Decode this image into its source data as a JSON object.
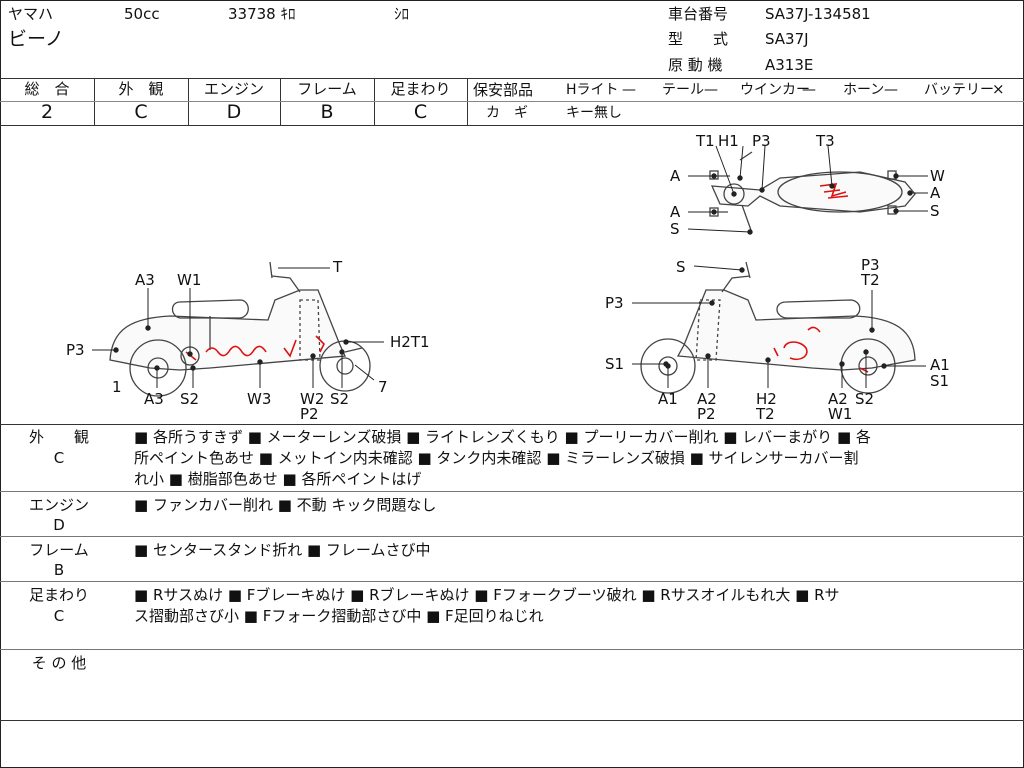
{
  "header": {
    "maker": "ヤマハ",
    "displacement": "50cc",
    "mileage": "33738 ｷﾛ",
    "color": "ｼﾛ",
    "model_name": "ビーノ",
    "frame_no_label": "車台番号",
    "frame_no": "SA37J-134581",
    "type_label": "型　　式",
    "type": "SA37J",
    "engine_label": "原 動 機",
    "engine": "A313E"
  },
  "grades": {
    "overall_label": "総　合",
    "overall": "2",
    "exterior_label": "外　観",
    "exterior": "C",
    "engine_label": "エンジン",
    "engine": "D",
    "frame_label": "フレーム",
    "frame": "B",
    "suspension_label": "足まわり",
    "suspension": "C"
  },
  "parts": {
    "label": "保安部品",
    "items": [
      {
        "name": "Hライト",
        "status": "—"
      },
      {
        "name": "テール",
        "status": "—"
      },
      {
        "name": "ウインカー",
        "status": "—"
      },
      {
        "name": "ホーン",
        "status": "—"
      },
      {
        "name": "バッテリー",
        "status": "×"
      }
    ],
    "key_label": "カ　ギ",
    "key_value": "キー無し"
  },
  "diagram": {
    "top_labels": {
      "t1": "T1",
      "h1": "H1",
      "p3": "P3",
      "t3": "T3",
      "a_left_top": "A",
      "a_left_bottom": "A",
      "s_bottom": "S",
      "w_right": "W",
      "a_right": "A",
      "s_right": "S"
    },
    "left_labels": {
      "t": "T",
      "a3_top": "A3",
      "w1": "W1",
      "p3": "P3",
      "h2t1": "H2T1",
      "n1": "1",
      "a3": "A3",
      "s2": "S2",
      "w3": "W3",
      "w2": "W2",
      "p2": "P2",
      "s2b": "S2",
      "n7": "7"
    },
    "right_labels": {
      "s": "S",
      "p3_top": "P3",
      "t2_top": "T2",
      "p3": "P3",
      "s1": "S1",
      "a1": "A1",
      "a2": "A2",
      "p2": "P2",
      "h2": "H2",
      "t2": "T2",
      "a2b": "A2",
      "w1": "W1",
      "s2": "S2",
      "a1r": "A1",
      "s1r": "S1"
    }
  },
  "sections": {
    "exterior": {
      "label": "外　　観",
      "grade": "C",
      "lines": [
        "■ 各所うすきず ■ メーターレンズ破損 ■ ライトレンズくもり ■ プーリーカバー削れ ■ レバーまがり ■ 各",
        "所ペイント色あせ ■ メットイン内未確認 ■ タンク内未確認 ■ ミラーレンズ破損 ■ サイレンサーカバー割",
        "れ小 ■ 樹脂部色あせ ■ 各所ペイントはげ"
      ]
    },
    "engine": {
      "label": "エンジン",
      "grade": "D",
      "lines": [
        "■ ファンカバー削れ ■ 不動 キック問題なし"
      ]
    },
    "frame": {
      "label": "フレーム",
      "grade": "B",
      "lines": [
        "■ センタースタンド折れ ■ フレームさび中"
      ]
    },
    "suspension": {
      "label": "足まわり",
      "grade": "C",
      "lines": [
        "■ Rサスぬけ ■ Fブレーキぬけ ■ Rブレーキぬけ ■ Fフォークブーツ破れ ■ Rサスオイルもれ大 ■ Rサ",
        "ス摺動部さび小 ■ Fフォーク摺動部さび中 ■ F足回りねじれ"
      ]
    },
    "other": {
      "label": "そ の 他"
    }
  }
}
